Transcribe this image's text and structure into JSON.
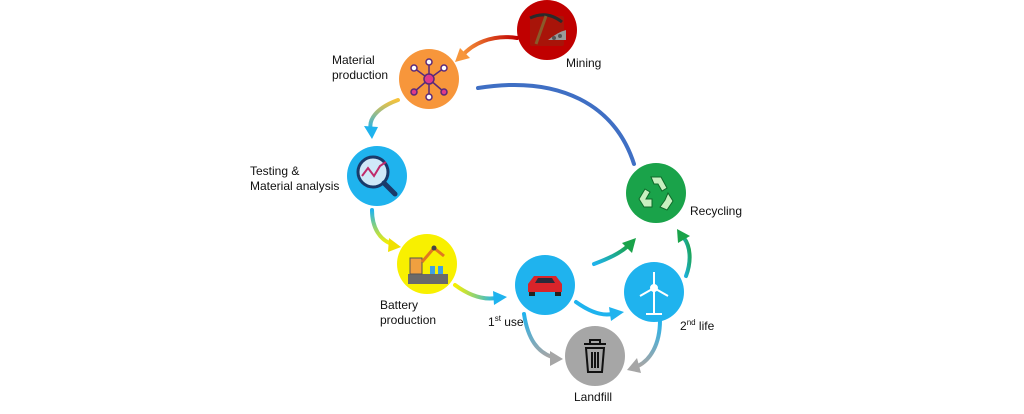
{
  "nodes": {
    "mining": {
      "label": "Mining",
      "color": "#c00000",
      "icon": "pickaxe-icon"
    },
    "material_production": {
      "label_line1": "Material",
      "label_line2": "production",
      "color": "#f7963b",
      "icon": "molecule-network-icon"
    },
    "testing": {
      "label_line1": "Testing &",
      "label_line2": "Material analysis",
      "color": "#1fb3ee",
      "icon": "magnifier-chart-icon"
    },
    "battery_production": {
      "label_line1": "Battery",
      "label_line2": "production",
      "color": "#f8f000",
      "icon": "factory-robot-arm-icon"
    },
    "first_use": {
      "label_num": "1",
      "label_sup": "st",
      "label_rest": " use",
      "color": "#1fb3ee",
      "icon": "car-icon"
    },
    "second_life": {
      "label_num": "2",
      "label_sup": "nd",
      "label_rest": " life",
      "color": "#1fb3ee",
      "icon": "wind-turbine-icon"
    },
    "recycling": {
      "label": "Recycling",
      "color": "#1aa34a",
      "icon": "recycle-icon"
    },
    "landfill": {
      "label": "Landfill",
      "color": "#a6a6a6",
      "icon": "trash-can-icon"
    }
  }
}
